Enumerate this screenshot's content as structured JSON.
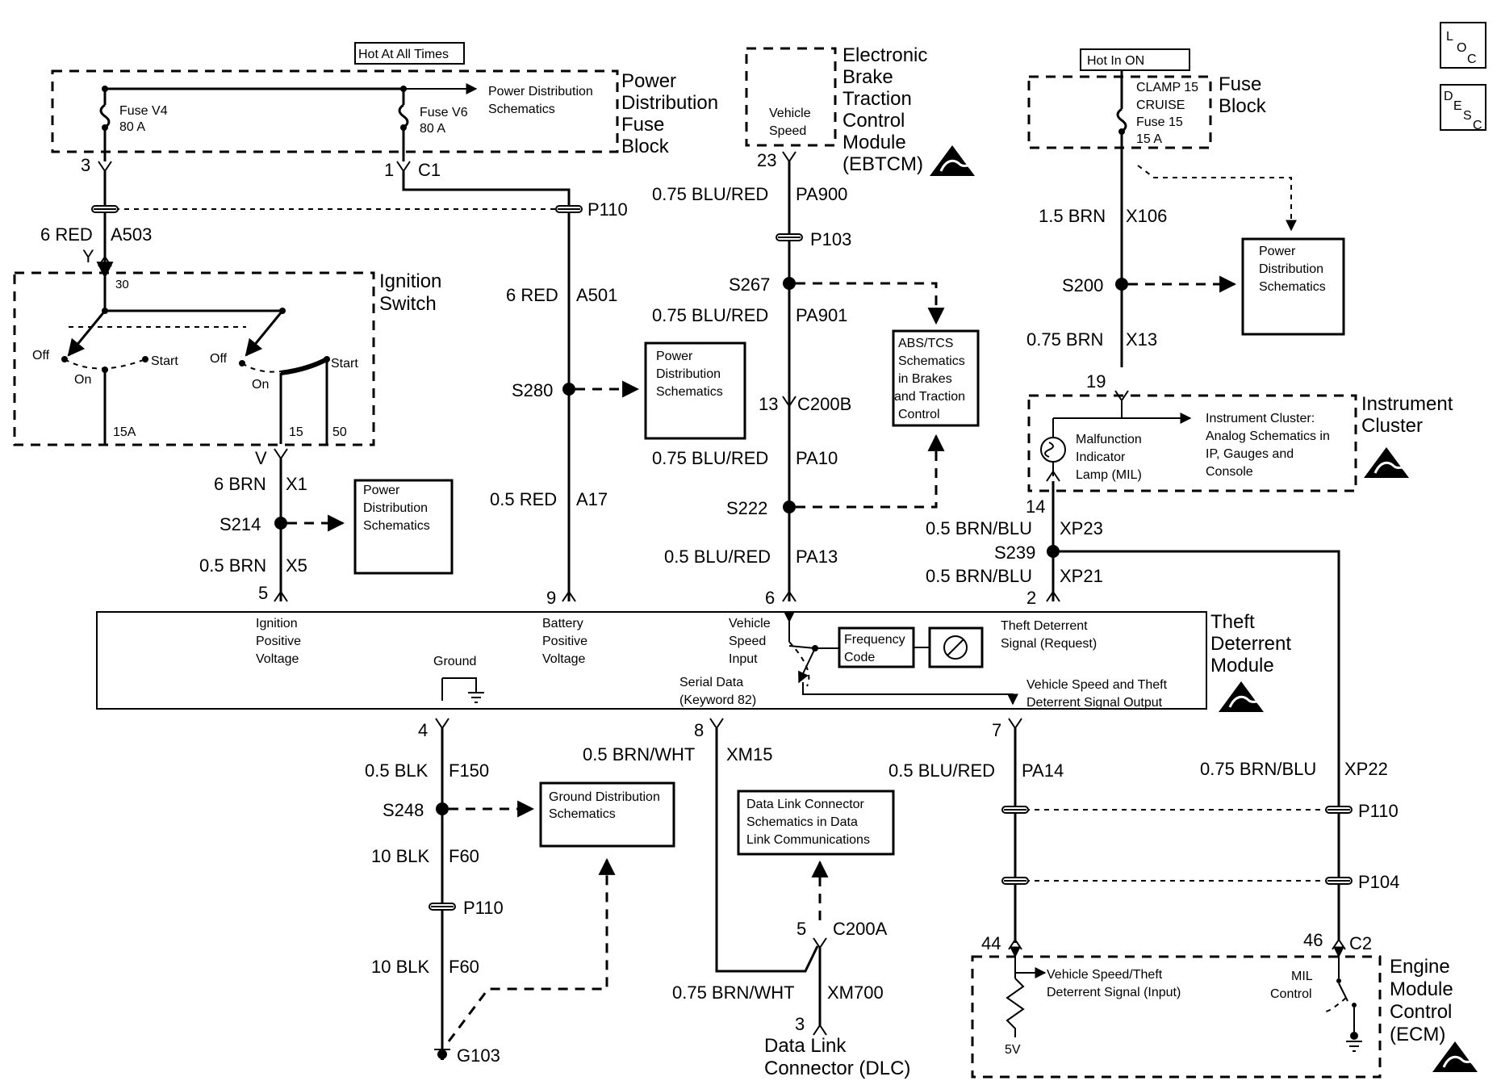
{
  "corner_icons": {
    "loc": [
      "L",
      "O",
      "C"
    ],
    "desc": [
      "D",
      "E",
      "S",
      "C"
    ]
  },
  "top_left": {
    "hot_label": "Hot At All Times",
    "fuse_v4": [
      "Fuse V4",
      "80 A"
    ],
    "fuse_v6": [
      "Fuse V6",
      "80 A"
    ],
    "pd_schem": [
      "Power Distribution",
      "Schematics"
    ],
    "block_title": [
      "Power",
      "Distribution",
      "Fuse",
      "Block"
    ],
    "pin3": "3",
    "pin1": "1",
    "c1": "C1",
    "w_a503": [
      "6 RED",
      "A503"
    ],
    "p110_a": "P110",
    "w_a501": [
      "6 RED",
      "A501"
    ]
  },
  "ign": {
    "title": [
      "Ignition",
      "Switch"
    ],
    "y": "Y",
    "t30": "30",
    "off1": "Off",
    "on1": "On",
    "start1": "Start",
    "off2": "Off",
    "on2": "On",
    "start2": "Start",
    "t15a": "15A",
    "t15": "15",
    "t50": "50",
    "v": "V",
    "w_x1": [
      "6 BRN",
      "X1"
    ],
    "s214": "S214",
    "pd_schem": [
      "Power",
      "Distribution",
      "Schematics"
    ],
    "w_x5": [
      "0.5 BRN",
      "X5"
    ],
    "pin5": "5"
  },
  "mid_left": {
    "s280": "S280",
    "pd_schem": [
      "Power",
      "Distribution",
      "Schematics"
    ],
    "w_a17": [
      "0.5 RED",
      "A17"
    ],
    "pin9": "9"
  },
  "ebtcm": {
    "vs": [
      "Vehicle",
      "Speed"
    ],
    "title": [
      "Electronic",
      "Brake",
      "Traction",
      "Control",
      "Module",
      "(EBTCM)"
    ],
    "pin23": "23",
    "w_pa900": [
      "0.75 BLU/RED",
      "PA900"
    ],
    "p103": "P103",
    "s267": "S267",
    "w_pa901": [
      "0.75 BLU/RED",
      "PA901"
    ],
    "abs": [
      "ABS/TCS",
      "Schematics",
      "in  Brakes",
      "and Traction",
      "Control"
    ],
    "pin13": "13",
    "c200b": "C200B",
    "w_pa10": [
      "0.75 BLU/RED",
      "PA10"
    ],
    "s222": "S222",
    "w_pa13": [
      "0.5 BLU/RED",
      "PA13"
    ],
    "pin6": "6"
  },
  "right_top": {
    "hot_label": "Hot In ON",
    "fuse": [
      "CLAMP 15",
      "CRUISE",
      "Fuse 15",
      "15 A"
    ],
    "block_title": [
      "Fuse",
      "Block"
    ],
    "w_x106": [
      "1.5 BRN",
      "X106"
    ],
    "s200": "S200",
    "pd_schem": [
      "Power",
      "Distribution",
      "Schematics"
    ],
    "w_x13": [
      "0.75 BRN",
      "X13"
    ],
    "pin19": "19",
    "mil": [
      "Malfunction",
      "Indicator",
      "Lamp (MIL)"
    ],
    "ic_ref": [
      "Instrument Cluster:",
      "Analog Schematics in",
      "IP, Gauges and",
      "Console"
    ],
    "ic_title": [
      "Instrument",
      "Cluster"
    ],
    "pin14": "14",
    "w_xp23": [
      "0.5 BRN/BLU",
      "XP23"
    ],
    "s239": "S239",
    "w_xp21": [
      "0.5 BRN/BLU",
      "XP21"
    ],
    "pin2": "2"
  },
  "tdm": {
    "ign_pos": [
      "Ignition",
      "Positive",
      "Voltage"
    ],
    "ground": "Ground",
    "bat_pos": [
      "Battery",
      "Positive",
      "Voltage"
    ],
    "vsi": [
      "Vehicle",
      "Speed",
      "Input"
    ],
    "serial": [
      "Serial Data",
      "(Keyword 82)"
    ],
    "freq": [
      "Frequency",
      "Code"
    ],
    "tds": [
      "Theft  Deterrent",
      "Signal (Request)"
    ],
    "vsto": [
      "Vehicle Speed and Theft",
      "Deterrent Signal Output"
    ],
    "title": [
      "Theft",
      "Deterrent",
      "Module"
    ]
  },
  "bottom": {
    "pin4": "4",
    "w_f150": [
      "0.5 BLK",
      "F150"
    ],
    "s248": "S248",
    "gnd_schem": [
      "Ground Distribution",
      "Schematics"
    ],
    "w_f60a": [
      "10 BLK",
      "F60"
    ],
    "p110": "P110",
    "w_f60b": [
      "10 BLK",
      "F60"
    ],
    "g103": "G103",
    "pin8": "8",
    "w_xm15": [
      "0.5 BRN/WHT",
      "XM15"
    ],
    "dlc_schem": [
      "Data Link Connector",
      "Schematics in Data",
      "Link Communications"
    ],
    "pin5": "5",
    "c200a": "C200A",
    "w_xm700": [
      "0.75 BRN/WHT",
      "XM700"
    ],
    "pin3": "3",
    "dlc": [
      "Data Link",
      "Connector (DLC)"
    ],
    "pin7": "7",
    "w_pa14": [
      "0.5 BLU/RED",
      "PA14"
    ],
    "w_xp22": [
      "0.75 BRN/BLU",
      "XP22"
    ],
    "p110b": "P110",
    "p104": "P104",
    "pin44": "44",
    "pin46": "46",
    "c2": "C2",
    "vsti": [
      "Vehicle Speed/Theft",
      "Deterrent Signal (Input)"
    ],
    "v5": "5V",
    "mil_ctrl": [
      "MIL",
      "Control"
    ],
    "ecm": [
      "Engine",
      "Module",
      "Control",
      "(ECM)"
    ]
  }
}
